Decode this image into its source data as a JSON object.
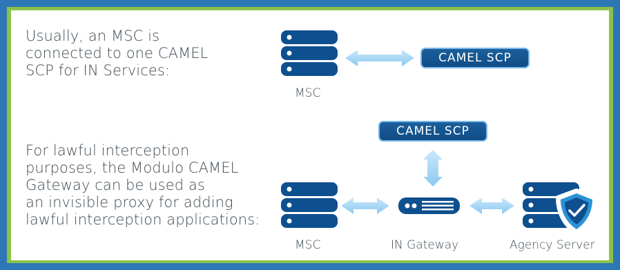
{
  "texts": {
    "intro": [
      "Usually, an MSC is",
      "connected to one CAMEL",
      "SCP for IN Services:"
    ],
    "lawful": [
      "For lawful interception",
      "purposes, the Modulo CAMEL",
      "Gateway can be used as",
      "an invisible proxy for adding",
      "lawful interception applications:"
    ]
  },
  "labels": {
    "msc_top": "MSC",
    "camel_scp_top": "CAMEL SCP",
    "camel_scp_bottom": "CAMEL SCP",
    "msc_bottom": "MSC",
    "in_gateway": "IN Gateway",
    "agency_server": "Agency Server"
  },
  "colors": {
    "outer_background": "#2e77b6",
    "border_green": "#8bc34a",
    "server_blue": "#0e4f8f",
    "arrow_light": "#aad7f5",
    "shield_blue": "#2a93d5"
  }
}
